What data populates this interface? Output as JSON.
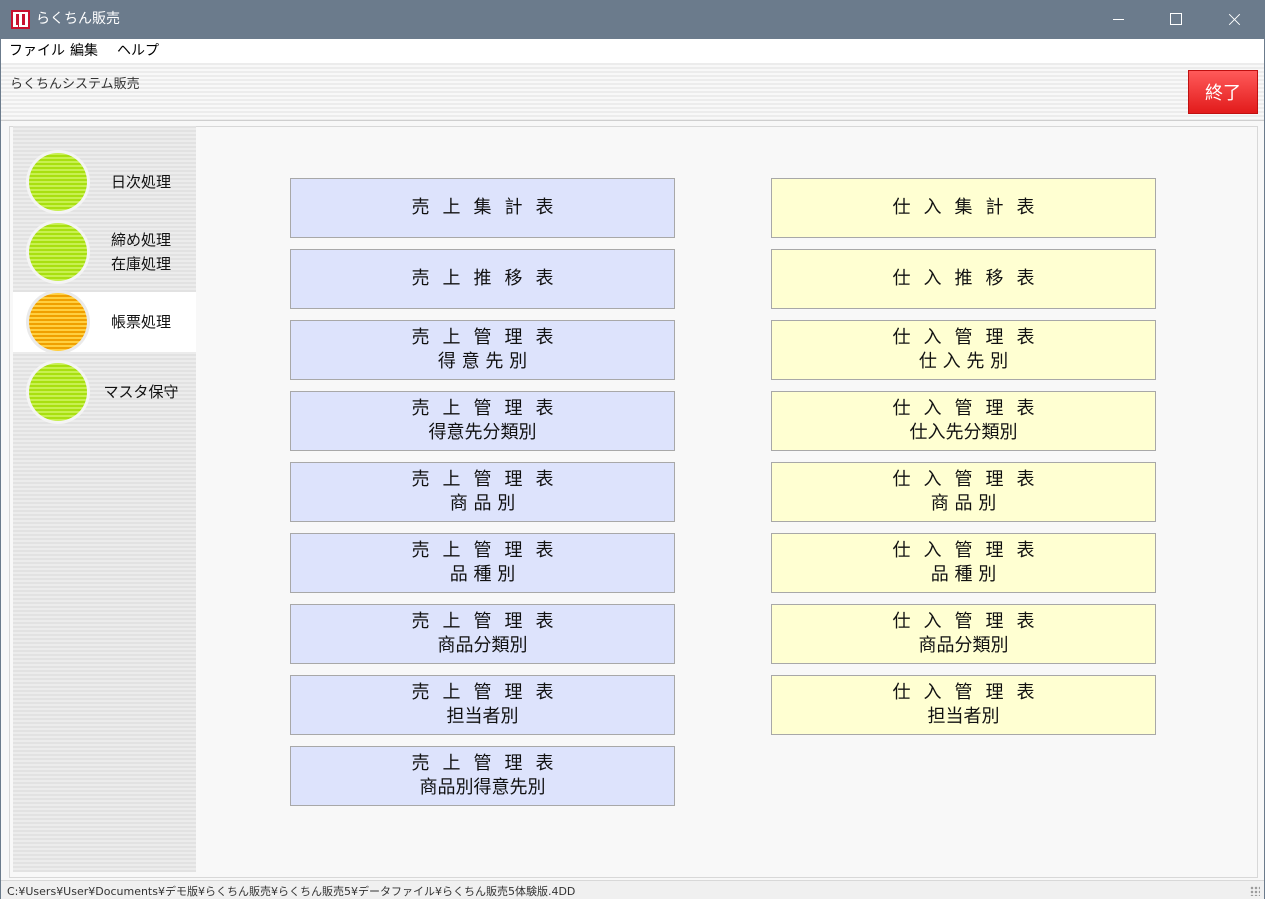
{
  "window": {
    "title": "らくちん販売"
  },
  "menu": [
    "ファイル",
    "編集",
    "ヘルプ"
  ],
  "header": {
    "system_name": "らくちんシステム販売",
    "exit_label": "終了"
  },
  "sidebar": {
    "items": [
      {
        "label": "日次処理",
        "state": "green"
      },
      {
        "label": "締め処理\n在庫処理",
        "line1": "締め処理",
        "line2": "在庫処理",
        "state": "green"
      },
      {
        "label": "帳票処理",
        "state": "orange-active"
      },
      {
        "label": "マスタ保守",
        "state": "green"
      }
    ]
  },
  "sales_reports": [
    {
      "line1": "売上集計表",
      "line2": ""
    },
    {
      "line1": "売上推移表",
      "line2": ""
    },
    {
      "line1": "売上管理表",
      "line2": "得 意 先 別"
    },
    {
      "line1": "売上管理表",
      "line2": "得意先分類別"
    },
    {
      "line1": "売上管理表",
      "line2": "商 品 別"
    },
    {
      "line1": "売上管理表",
      "line2": "品 種 別"
    },
    {
      "line1": "売上管理表",
      "line2": "商品分類別"
    },
    {
      "line1": "売上管理表",
      "line2": "担当者別"
    },
    {
      "line1": "売上管理表",
      "line2": "商品別得意先別"
    }
  ],
  "purchase_reports": [
    {
      "line1": "仕入集計表",
      "line2": ""
    },
    {
      "line1": "仕入推移表",
      "line2": ""
    },
    {
      "line1": "仕入管理表",
      "line2": "仕 入 先 別"
    },
    {
      "line1": "仕入管理表",
      "line2": "仕入先分類別"
    },
    {
      "line1": "仕入管理表",
      "line2": "商 品 別"
    },
    {
      "line1": "仕入管理表",
      "line2": "品 種 別"
    },
    {
      "line1": "仕入管理表",
      "line2": "商品分類別"
    },
    {
      "line1": "仕入管理表",
      "line2": "担当者別"
    }
  ],
  "status": {
    "path": "C:¥Users¥User¥Documents¥デモ版¥らくちん販売¥らくちん販売5¥データファイル¥らくちん販売5体験版.4DD"
  },
  "colors": {
    "titlebar": "#6b7b8c",
    "sales_button": "#dde3fc",
    "purchase_button": "#ffffd2",
    "exit_button": "#e21b1b"
  }
}
